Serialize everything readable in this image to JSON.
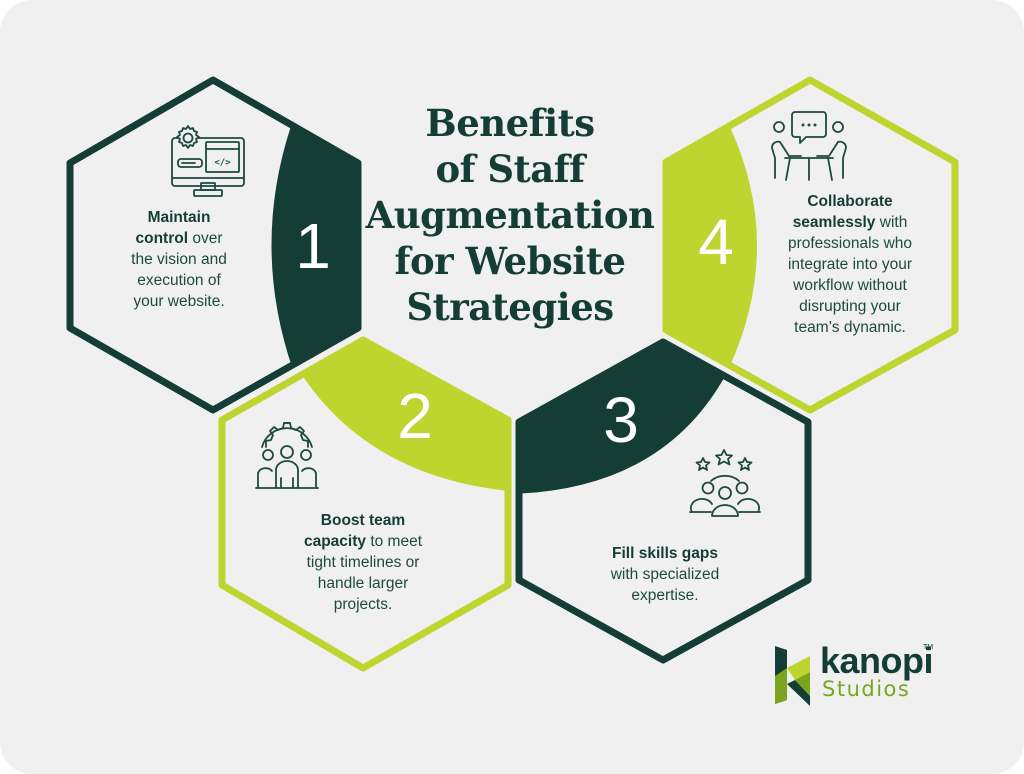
{
  "title": {
    "lines": [
      "Benefits",
      "of Staff",
      "Augmentation",
      "for Website",
      "Strategies"
    ]
  },
  "colors": {
    "background": "#f0f0f0",
    "dark_green": "#143d35",
    "lime": "#bed42f",
    "text": "#1d4a3f"
  },
  "benefits": [
    {
      "number": "1",
      "icon": "monitor-code-gear-icon",
      "bold": "Maintain control",
      "rest": " over the vision and execution of your website.",
      "lines": [
        [
          "Maintain",
          ""
        ],
        [
          "control",
          " over"
        ],
        [
          "",
          "the vision and"
        ],
        [
          "",
          "execution of"
        ],
        [
          "",
          "your website."
        ]
      ],
      "accent": "dark_green"
    },
    {
      "number": "2",
      "icon": "team-gear-icon",
      "bold": "Boost team capacity",
      "rest": " to meet tight timelines or handle larger projects.",
      "lines": [
        [
          "Boost team",
          ""
        ],
        [
          "capacity",
          " to meet"
        ],
        [
          "",
          "tight timelines or"
        ],
        [
          "",
          "handle larger"
        ],
        [
          "",
          "projects."
        ]
      ],
      "accent": "lime"
    },
    {
      "number": "3",
      "icon": "team-stars-icon",
      "bold": "Fill skills gaps",
      "rest": " with specialized expertise.",
      "lines": [
        [
          "Fill skills gaps",
          ""
        ],
        [
          "",
          "with specialized"
        ],
        [
          "",
          "expertise."
        ]
      ],
      "accent": "dark_green"
    },
    {
      "number": "4",
      "icon": "meeting-chat-icon",
      "bold": "Collaborate seamlessly",
      "rest": " with professionals who integrate into your workflow without disrupting your team’s dynamic.",
      "lines": [
        [
          "Collaborate",
          ""
        ],
        [
          "seamlessly",
          " with"
        ],
        [
          "",
          "professionals who"
        ],
        [
          "",
          "integrate into your"
        ],
        [
          "",
          "workflow without"
        ],
        [
          "",
          "disrupting your"
        ],
        [
          "",
          "team’s dynamic."
        ]
      ],
      "accent": "lime"
    }
  ],
  "logo": {
    "wordmark": "kanopi",
    "subtitle": "Studios",
    "trademark": "TM"
  }
}
